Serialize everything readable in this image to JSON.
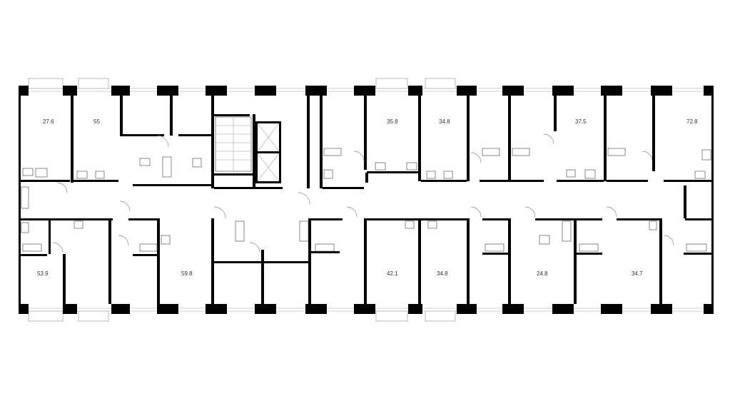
{
  "colors": {
    "wall": "#000000",
    "background": "#ffffff",
    "balcony": "#b8b8b8",
    "fixture": "#555555",
    "label": "#333333"
  },
  "apartments": [
    {
      "id": "top-1",
      "area": "27.6"
    },
    {
      "id": "top-2",
      "area": "55"
    },
    {
      "id": "top-3",
      "area": "35.8"
    },
    {
      "id": "top-4",
      "area": "34.8"
    },
    {
      "id": "top-5",
      "area": "37.5"
    },
    {
      "id": "top-6",
      "area": "72.8"
    },
    {
      "id": "bottom-1",
      "area": "53.9"
    },
    {
      "id": "bottom-2",
      "area": "59.8"
    },
    {
      "id": "bottom-3",
      "area": "42.1"
    },
    {
      "id": "bottom-4",
      "area": "34.8"
    },
    {
      "id": "bottom-5",
      "area": "24.8"
    },
    {
      "id": "bottom-6",
      "area": "34.7"
    }
  ]
}
